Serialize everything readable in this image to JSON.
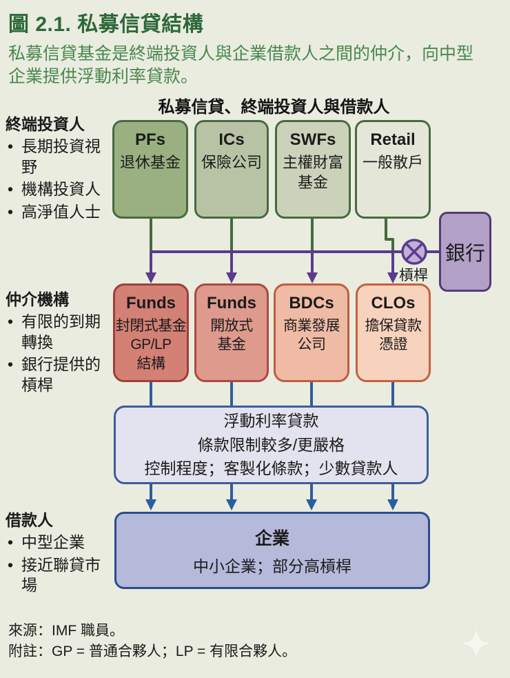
{
  "figure": {
    "title": "圖 2.1. 私募信貸結構",
    "subtitle": "私募信貸基金是終端投資人與企業借款人之間的仲介，向中型企業提供浮動利率貸款。",
    "diagram_title": "私募信貸、終端投資人與借款人"
  },
  "side_labels": {
    "investors": {
      "heading": "終端投資人",
      "bullets": [
        "長期投資視野",
        "機構投資人",
        "高淨值人士"
      ]
    },
    "intermediaries": {
      "heading": "仲介機構",
      "bullets": [
        "有限的到期轉換",
        "銀行提供的槓桿"
      ]
    },
    "borrowers": {
      "heading": "借款人",
      "bullets": [
        "中型企業",
        "接近聯貸市場"
      ]
    }
  },
  "investor_boxes": [
    {
      "abbr": "PFs",
      "name": "退休基金"
    },
    {
      "abbr": "ICs",
      "name": "保險公司"
    },
    {
      "abbr": "SWFs",
      "name": "主權財富\n基金"
    },
    {
      "abbr": "Retail",
      "name": "一般散戶"
    }
  ],
  "intermediary_boxes": [
    {
      "abbr": "Funds",
      "name": "封閉式基金\nGP/LP\n結構"
    },
    {
      "abbr": "Funds",
      "name": "開放式\n基金"
    },
    {
      "abbr": "BDCs",
      "name": "商業發展\n公司"
    },
    {
      "abbr": "CLOs",
      "name": "擔保貸款\n憑證"
    }
  ],
  "bank": {
    "label": "銀行",
    "leverage_label": "槓桿"
  },
  "loan_box": {
    "text": "浮動利率貸款\n條款限制較多/更嚴格\n控制程度；客製化條款；少數貸款人"
  },
  "borrower_box": {
    "title": "企業",
    "subtitle": "中小企業；部分高槓桿"
  },
  "footer": {
    "source": "來源：IMF 職員。",
    "note": "附註：GP = 普通合夥人；LP = 有限合夥人。"
  },
  "colors": {
    "background": "#e9ecdf",
    "title_green": "#2d6839",
    "subtitle_green": "#4a8750",
    "investor_fills": [
      "#9ab081",
      "#b8c3a5",
      "#ccd2ba",
      "#e4e7d8"
    ],
    "investor_border": "#476a3e",
    "intermediary_fills": [
      "#d38075",
      "#dd9a8d",
      "#f0bba5",
      "#f7d2bd"
    ],
    "intermediary_borders": [
      "#9e3f38",
      "#ab4a41",
      "#bf5d3e",
      "#c4613b"
    ],
    "bank_fill": "#b3a0c7",
    "bank_border": "#553a78",
    "purple_line": "#5a3b8e",
    "green_line": "#476a3e",
    "navy_line": "#2e5d9c",
    "loan_fill": "#e3e3ef",
    "loan_border": "#3c5d9b",
    "borrower_fill": "#b5bada",
    "borrower_border": "#2c4c8c"
  }
}
